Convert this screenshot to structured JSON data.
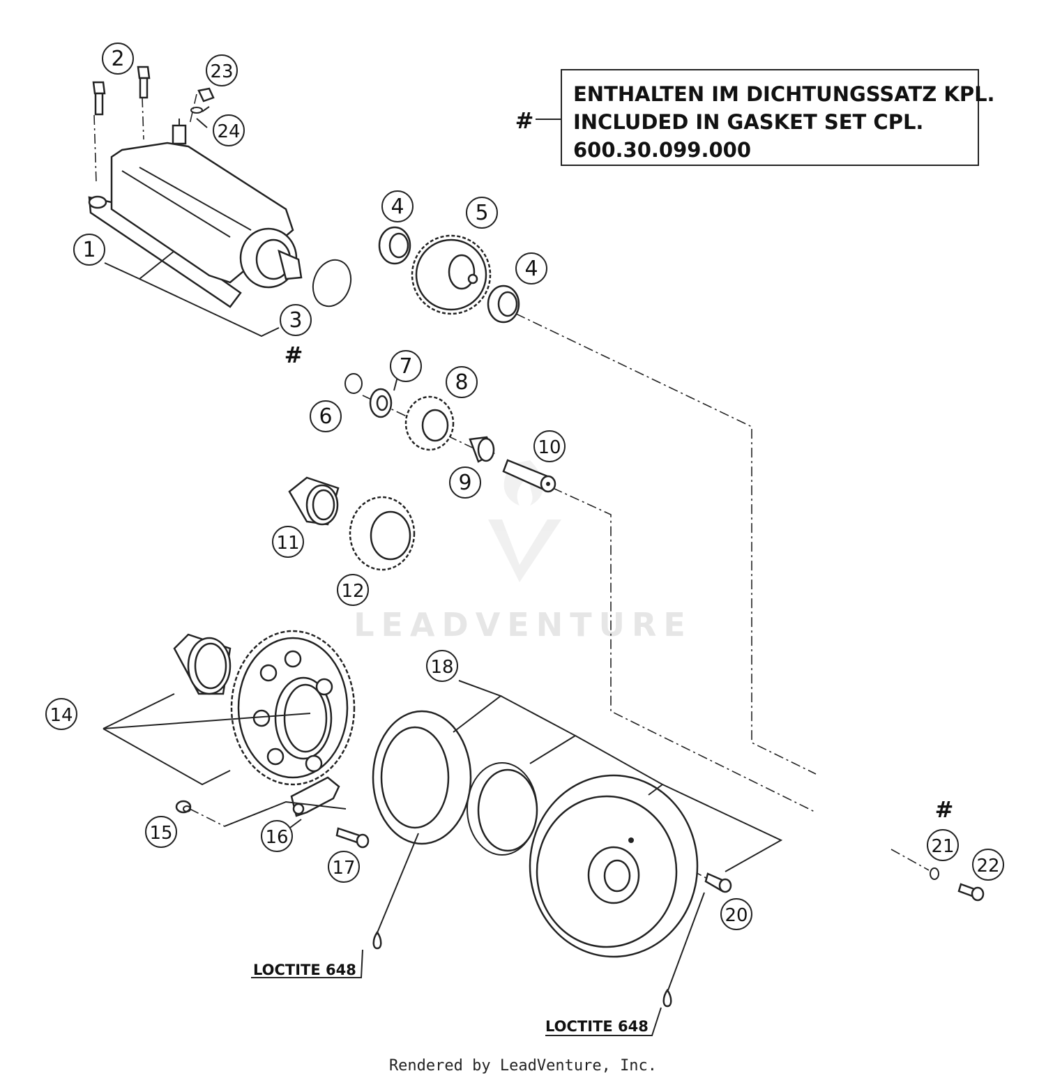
{
  "note": {
    "symbol": "#",
    "line1": "ENTHALTEN IM DICHTUNGSSATZ KPL.",
    "line2": "INCLUDED IN GASKET SET CPL.",
    "line3": "600.30.099.000"
  },
  "callouts": [
    "1",
    "2",
    "3",
    "4",
    "4",
    "5",
    "6",
    "7",
    "8",
    "9",
    "10",
    "11",
    "12",
    "14",
    "15",
    "16",
    "17",
    "18",
    "20",
    "21",
    "22",
    "23",
    "24"
  ],
  "hash_marks": [
    "#",
    "#"
  ],
  "loctite_labels": [
    "LOCTITE 648",
    "LOCTITE 648"
  ],
  "watermark": "LEADVENTURE",
  "footer": "Rendered by LeadVenture, Inc."
}
